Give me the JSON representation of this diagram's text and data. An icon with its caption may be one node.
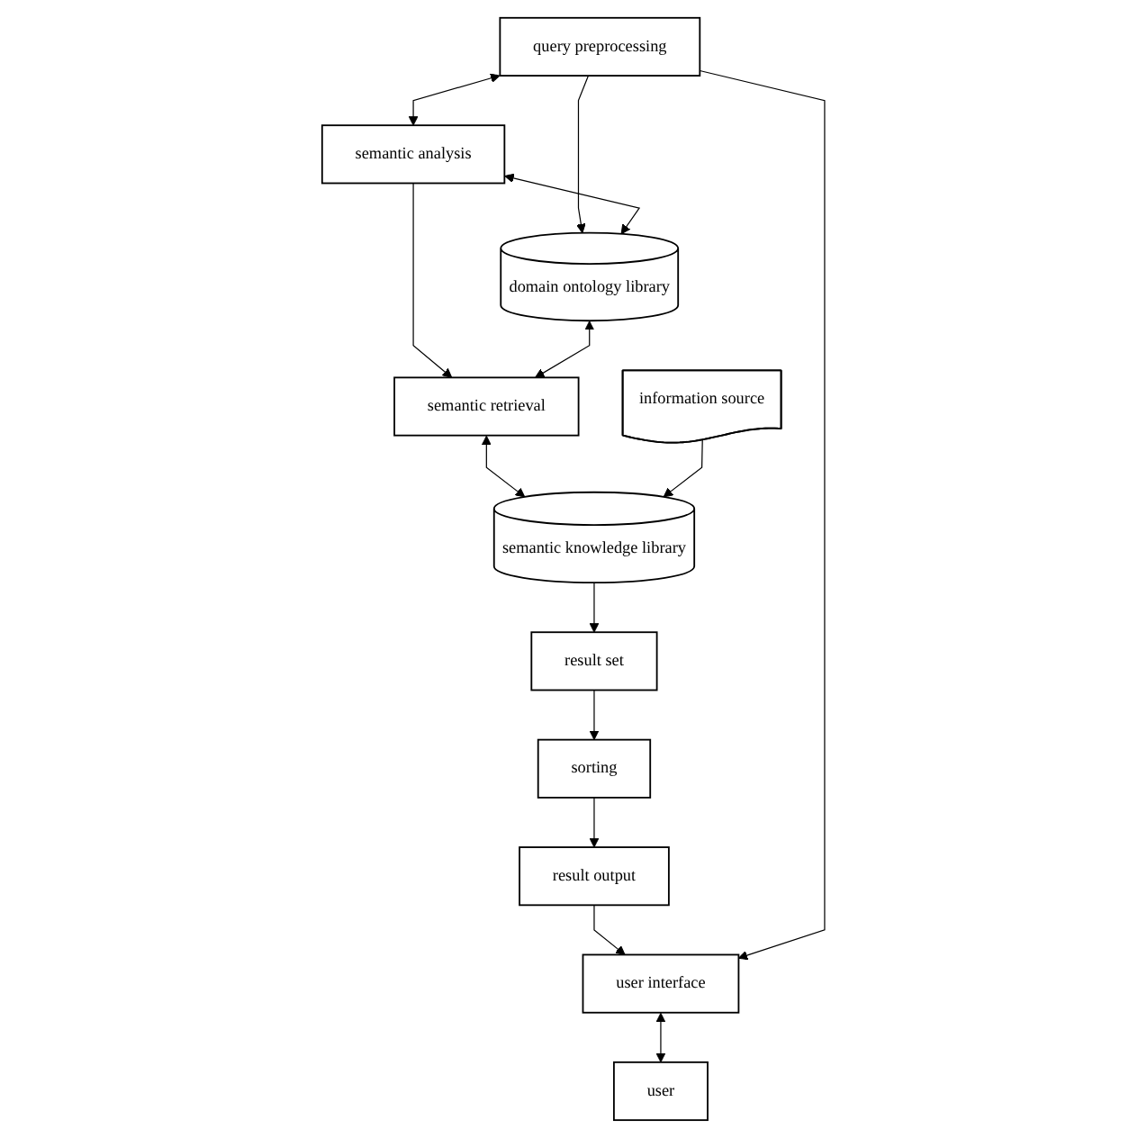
{
  "diagram": {
    "nodes": [
      {
        "text": [
          "user interface"
        ]
      },
      {
        "text": [
          "user"
        ]
      },
      {
        "text": [
          "result output"
        ]
      },
      {
        "text": [
          "query preprocessing"
        ]
      },
      {
        "text": [
          "semantic analysis"
        ]
      },
      {
        "text": [
          "domain ontology library"
        ]
      },
      {
        "text": [
          "sorting"
        ]
      },
      {
        "text": [
          "semantic retrieval"
        ]
      },
      {
        "text": [
          "information source"
        ]
      },
      {
        "text": [
          "semantic knowledge library"
        ]
      },
      {
        "text": [
          "result set"
        ]
      }
    ],
    "edges": [
      {
        "from": 0,
        "to": 1,
        "arrow": "both"
      },
      {
        "from": 2,
        "to": 0,
        "arrow": "to"
      },
      {
        "from": 3,
        "to": 0,
        "arrow": "to"
      },
      {
        "from": 3,
        "to": 4,
        "arrow": "both"
      },
      {
        "from": 3,
        "to": 5,
        "arrow": "to"
      },
      {
        "from": 4,
        "to": 5,
        "arrow": "both"
      },
      {
        "from": 4,
        "to": 7,
        "arrow": "to"
      },
      {
        "from": 5,
        "to": 7,
        "arrow": "both"
      },
      {
        "from": 6,
        "to": 2,
        "arrow": "to"
      },
      {
        "from": 7,
        "to": 9,
        "arrow": "both"
      },
      {
        "from": 8,
        "to": 9,
        "arrow": "to"
      },
      {
        "from": 9,
        "to": 10,
        "arrow": "to"
      },
      {
        "from": 10,
        "to": 6,
        "arrow": "to"
      }
    ]
  }
}
